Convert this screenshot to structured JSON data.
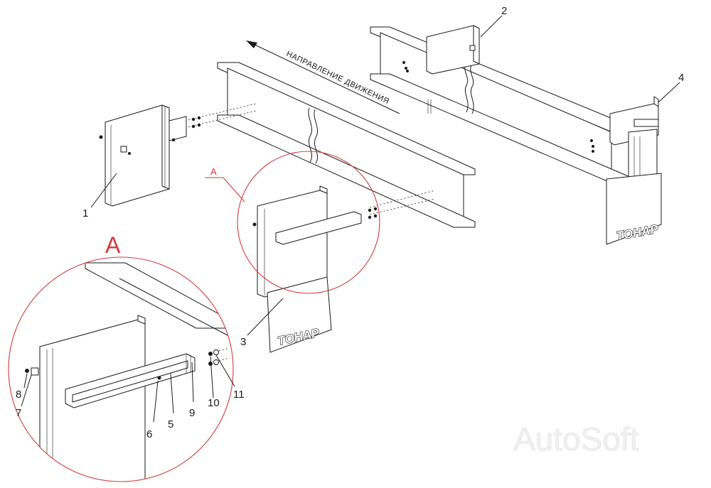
{
  "direction_label": "НАПРАВЛЕНИЕ ДВИЖЕНИЯ",
  "detail_label_small": "А",
  "detail_label_large": "А",
  "brand_label": "ТОНАР",
  "watermark": "AutoSoft",
  "callouts": [
    "1",
    "2",
    "3",
    "4",
    "5",
    "6",
    "7",
    "8",
    "9",
    "10",
    "11"
  ],
  "colors": {
    "line": "#1a1a1a",
    "detail_circle": "#d23a3a",
    "background": "#ffffff"
  }
}
